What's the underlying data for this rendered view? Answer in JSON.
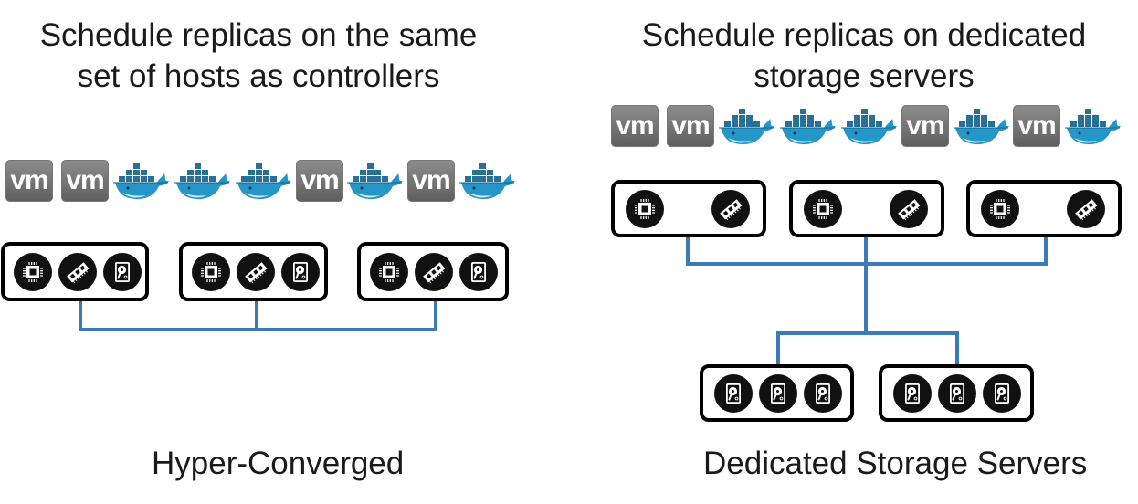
{
  "left": {
    "title_line1": "Schedule replicas on the same",
    "title_line2": "set of hosts as controllers",
    "caption": "Hyper-Converged",
    "workloads": [
      "vm",
      "vm",
      "docker",
      "docker",
      "docker",
      "vm",
      "docker",
      "vm",
      "docker"
    ],
    "hosts": [
      {
        "resources": [
          "cpu-icon",
          "ram-icon",
          "disk-icon"
        ]
      },
      {
        "resources": [
          "cpu-icon",
          "ram-icon",
          "disk-icon"
        ]
      },
      {
        "resources": [
          "cpu-icon",
          "ram-icon",
          "disk-icon"
        ]
      }
    ]
  },
  "right": {
    "title_line1": "Schedule replicas on dedicated",
    "title_line2": "storage servers",
    "caption": "Dedicated Storage Servers",
    "workloads": [
      "vm",
      "vm",
      "docker",
      "docker",
      "docker",
      "vm",
      "docker",
      "vm",
      "docker"
    ],
    "compute_hosts": [
      {
        "resources": [
          "cpu-icon",
          "ram-icon"
        ]
      },
      {
        "resources": [
          "cpu-icon",
          "ram-icon"
        ]
      },
      {
        "resources": [
          "cpu-icon",
          "ram-icon"
        ]
      }
    ],
    "storage_servers": [
      {
        "resources": [
          "disk-icon",
          "disk-icon",
          "disk-icon"
        ]
      },
      {
        "resources": [
          "disk-icon",
          "disk-icon",
          "disk-icon"
        ]
      }
    ]
  },
  "labels": {
    "vm": "vm"
  },
  "colors": {
    "wire": "#3a7ab8",
    "box_border": "#000000",
    "icon_bg": "#111111",
    "docker_blue": "#2496c8"
  }
}
